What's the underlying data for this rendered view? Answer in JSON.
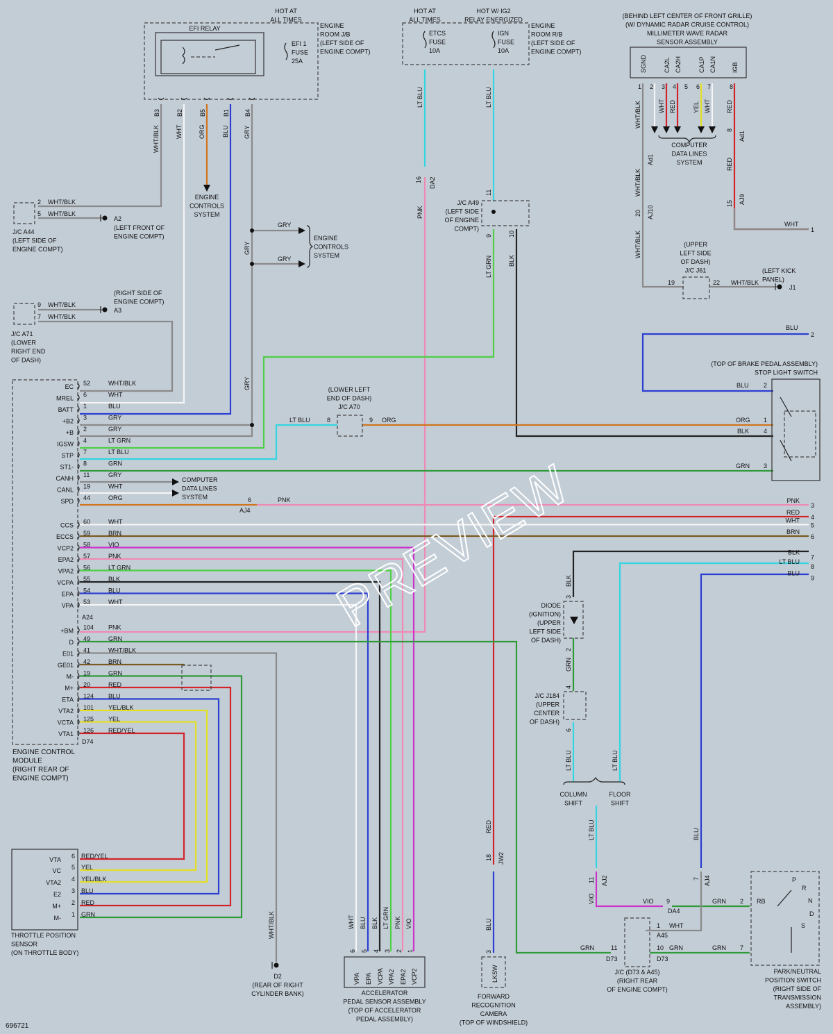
{
  "diagram_id": "696721",
  "watermark": "PREVIEW",
  "colors": {
    "background": "#c3cdd6",
    "wire_gry": "#8a8a8a",
    "wire_wht": "#f4f4f4",
    "wire_blu": "#2b3fd1",
    "wire_ltblu": "#33d6e0",
    "wire_org": "#d0751f",
    "wire_ltgrn": "#4ecf47",
    "wire_grn": "#2f9a38",
    "wire_pnk": "#f08ab4",
    "wire_red": "#d2232a",
    "wire_blk": "#222222",
    "wire_vio": "#cc33cc",
    "wire_yel": "#e4e026",
    "wire_brn": "#7a5a20"
  },
  "components": {
    "efi_relay": {
      "title": "EFI RELAY",
      "hot": [
        "HOT AT",
        "ALL TIMES"
      ],
      "fuse": [
        "EFI 1",
        "FUSE",
        "25A"
      ],
      "location": [
        "ENGINE",
        "ROOM J/B",
        "(LEFT SIDE OF",
        "ENGINE COMPT)"
      ],
      "pins": [
        "B3",
        "B2",
        "B5",
        "B1",
        "B4"
      ]
    },
    "fuse_block": {
      "hot1": [
        "HOT AT",
        "ALL TIMES"
      ],
      "hot2": [
        "HOT W/ IG2",
        "RELAY ENERGIZED"
      ],
      "etcs": [
        "ETCS",
        "FUSE",
        "10A"
      ],
      "ign": [
        "IGN",
        "FUSE",
        "10A"
      ],
      "location": [
        "ENGINE",
        "ROOM R/B",
        "(LEFT SIDE OF",
        "ENGINE COMPT)"
      ]
    },
    "radar": {
      "title": [
        "(BEHIND LEFT CENTER OF FRONT GRILLE)",
        "(W/ DYNAMIC RADAR CRUISE CONTROL)",
        "MILLIMETER WAVE RADAR",
        "SENSOR ASSEMBLY"
      ],
      "pins": [
        "SGND",
        "CA2L",
        "CA2H",
        "CA1P",
        "CA1N",
        "IGB"
      ],
      "pin_nums": [
        "1",
        "2",
        "3",
        "4",
        "5",
        "6",
        "7",
        "8"
      ],
      "data_lines": [
        "COMPUTER",
        "DATA LINES",
        "SYSTEM"
      ]
    },
    "jc_a44": {
      "label": [
        "J/C A44",
        "(LEFT SIDE OF",
        "ENGINE COMPT)"
      ],
      "a2": [
        "(LEFT FRONT OF",
        "ENGINE COMPT)"
      ]
    },
    "jc_a71": {
      "label": [
        "J/C A71",
        "(LOWER",
        "RIGHT END",
        "OF DASH)"
      ],
      "a3": [
        "(RIGHT SIDE OF",
        "ENGINE COMPT)"
      ]
    },
    "jc_a49": {
      "label": [
        "J/C A49",
        "(LEFT SIDE",
        "OF ENGINE",
        "COMPT)"
      ]
    },
    "jc_a70": {
      "label": [
        "(LOWER LEFT",
        "END OF DASH)",
        "J/C A70"
      ]
    },
    "jc_j61": {
      "label": [
        "(UPPER",
        "LEFT SIDE",
        "OF DASH)",
        "J/C J61"
      ],
      "kick": [
        "(LEFT KICK",
        "PANEL)"
      ]
    },
    "stop_switch": {
      "label": [
        "(TOP OF BRAKE PEDAL ASSEMBLY)",
        "STOP LIGHT SWITCH"
      ]
    },
    "ecm": {
      "label": [
        "ENGINE CONTROL",
        "MODULE",
        "(RIGHT REAR OF",
        "ENGINE COMPT)"
      ],
      "connector_a": "A24",
      "connector_d": "D74"
    },
    "engine_controls": [
      "ENGINE",
      "CONTROLS",
      "SYSTEM"
    ],
    "computer_data": [
      "COMPUTER",
      "DATA LINES",
      "SYSTEM"
    ],
    "diode": [
      "DIODE",
      "(IGNITION)",
      "(UPPER",
      "LEFT SIDE",
      "OF DASH)"
    ],
    "jc_j184": [
      "J/C J184",
      "(UPPER",
      "CENTER",
      "OF DASH)"
    ],
    "column": [
      "COLUMN",
      "SHIFT"
    ],
    "floor": [
      "FLOOR",
      "SHIFT"
    ],
    "tps": {
      "label": [
        "THROTTLE POSITION",
        "SENSOR",
        "(ON THROTTLE BODY)"
      ],
      "pins": [
        {
          "name": "VTA",
          "num": "6",
          "color": "RED/YEL"
        },
        {
          "name": "VC",
          "num": "5",
          "color": "YEL"
        },
        {
          "name": "VTA2",
          "num": "4",
          "color": "YEL/BLK"
        },
        {
          "name": "E2",
          "num": "3",
          "color": "BLU"
        },
        {
          "name": "M+",
          "num": "2",
          "color": "RED"
        },
        {
          "name": "M-",
          "num": "1",
          "color": "GRN"
        }
      ]
    },
    "d2": [
      "D2",
      "(REAR OF RIGHT",
      "CYLINDER BANK)"
    ],
    "accel": {
      "label": [
        "ACCELERATOR",
        "PEDAL SENSOR ASSEMBLY",
        "(TOP OF ACCELERATOR",
        "PEDAL ASSEMBLY)"
      ],
      "pins": [
        "VPA",
        "EPA",
        "VCPA",
        "VPA2",
        "EPA2",
        "VCP2"
      ],
      "nums": [
        "6",
        "5",
        "4",
        "3",
        "2",
        "1"
      ],
      "colors": [
        "WHT",
        "BLU",
        "BLK",
        "LT GRN",
        "PNK",
        "VIO"
      ]
    },
    "camera": {
      "label": [
        "FORWARD",
        "RECOGNITION",
        "CAMERA",
        "(TOP OF WINDSHIELD)"
      ],
      "pin": "LKSW"
    },
    "jc_d73": [
      "J/C (D73 & A45)",
      "(RIGHT REAR",
      "OF ENGINE COMPT)"
    ],
    "pnp": {
      "label": [
        "PARK/NEUTRAL",
        "POSITION SWITCH",
        "(RIGHT SIDE OF",
        "TRANSMISSION",
        "ASSEMBLY)"
      ],
      "rb": "RB",
      "positions": [
        "P",
        "R",
        "N",
        "D",
        "S"
      ]
    }
  },
  "ecm_pins": [
    {
      "name": "EC",
      "num": "52",
      "color": "WHT/BLK"
    },
    {
      "name": "MREL",
      "num": "6",
      "color": "WHT"
    },
    {
      "name": "BATT",
      "num": "1",
      "color": "BLU"
    },
    {
      "name": "+B2",
      "num": "3",
      "color": "GRY"
    },
    {
      "name": "+B",
      "num": "2",
      "color": "GRY"
    },
    {
      "name": "IGSW",
      "num": "4",
      "color": "LT GRN"
    },
    {
      "name": "STP",
      "num": "7",
      "color": "LT BLU"
    },
    {
      "name": "ST1-",
      "num": "8",
      "color": "GRN"
    },
    {
      "name": "CANH",
      "num": "11",
      "color": "GRY"
    },
    {
      "name": "CANL",
      "num": "19",
      "color": "WHT"
    },
    {
      "name": "SPD",
      "num": "44",
      "color": "ORG"
    },
    {
      "name": "CCS",
      "num": "60",
      "color": "WHT"
    },
    {
      "name": "ECCS",
      "num": "59",
      "color": "BRN"
    },
    {
      "name": "VCP2",
      "num": "58",
      "color": "VIO"
    },
    {
      "name": "EPA2",
      "num": "57",
      "color": "PNK"
    },
    {
      "name": "VPA2",
      "num": "56",
      "color": "LT GRN"
    },
    {
      "name": "VCPA",
      "num": "55",
      "color": "BLK"
    },
    {
      "name": "EPA",
      "num": "54",
      "color": "BLU"
    },
    {
      "name": "VPA",
      "num": "53",
      "color": "WHT"
    },
    {
      "name": "+BM",
      "num": "104",
      "color": "PNK"
    },
    {
      "name": "D",
      "num": "49",
      "color": "GRN"
    },
    {
      "name": "E01",
      "num": "41",
      "color": "WHT/BLK"
    },
    {
      "name": "GE01",
      "num": "42",
      "color": "BRN"
    },
    {
      "name": "M-",
      "num": "19",
      "color": "GRN"
    },
    {
      "name": "M+",
      "num": "20",
      "color": "RED"
    },
    {
      "name": "ETA",
      "num": "124",
      "color": "BLU"
    },
    {
      "name": "VTA2",
      "num": "101",
      "color": "YEL/BLK"
    },
    {
      "name": "VCTA",
      "num": "125",
      "color": "YEL"
    },
    {
      "name": "VTA1",
      "num": "126",
      "color": "RED/YEL"
    }
  ],
  "right_bus": [
    {
      "num": "3",
      "color": "PNK"
    },
    {
      "num": "4",
      "color": "RED"
    },
    {
      "num": "5",
      "color": "WHT"
    },
    {
      "num": "6",
      "color": "BRN"
    },
    {
      "num": "7",
      "color": "BLK"
    },
    {
      "num": "8",
      "color": "LT BLU"
    },
    {
      "num": "9",
      "color": "BLU"
    }
  ],
  "labels": {
    "wht_blk": "WHT/BLK",
    "wht": "WHT",
    "blu": "BLU",
    "gry": "GRY",
    "org": "ORG",
    "ltgrn": "LT GRN",
    "ltblu": "LT BLU",
    "grn": "GRN",
    "pnk": "PNK",
    "red": "RED",
    "blk": "BLK",
    "vio": "VIO",
    "yel": "YEL",
    "brn": "BRN",
    "a2": "A2",
    "a3": "A3",
    "j1": "J1",
    "aj4": "AJ4",
    "aj2": "AJ2",
    "aj10": "AJ10",
    "aj9": "AJ9",
    "ad1": "Ad1",
    "da2": "DA2",
    "da4": "DA4",
    "jw2": "JW2",
    "d73": "D73",
    "a45": "A45"
  }
}
